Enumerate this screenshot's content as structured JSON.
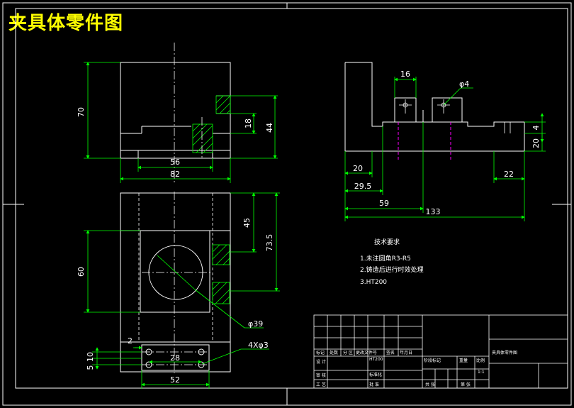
{
  "title": "夹具体零件图",
  "colors": {
    "background": "#000000",
    "outline": "#ffffff",
    "dimension": "#00ff00",
    "centerline": "#ffffff",
    "hidden": "#ff00ff",
    "hatch": "#00ff00",
    "title": "#ffff00"
  },
  "dims": {
    "front_h70": "70",
    "front_h18": "18",
    "front_h44": "44",
    "front_w56": "56",
    "front_w82": "82",
    "side_w16": "16",
    "side_phi4": "φ4",
    "side_h4": "4",
    "side_h20": "20",
    "side_w20": "20",
    "side_w29_5": "29.5",
    "side_w22": "22",
    "side_w59": "59",
    "side_w133": "133",
    "top_h45": "45",
    "top_h73_5": "73.5",
    "top_h60": "60",
    "top_phi39": "φ39",
    "top_w2": "2",
    "top_hole": "4Xφ3",
    "top_h5": "5",
    "top_h10": "10",
    "top_w28": "28",
    "top_w52": "52"
  },
  "notes": {
    "heading": "技术要求",
    "n1": "1.未注圆角R3-R5",
    "n2": "2.铸造后进行时效处理",
    "n3": "3.HT200"
  },
  "titleblock": {
    "part_name": "夹具体零件图",
    "scale": "1:1",
    "c1": "标记",
    "c2": "处数",
    "c3": "分 区",
    "c4": "更改文件号",
    "c5": "签名",
    "c6": "年月日",
    "c7": "HT200",
    "c8": "设 计",
    "c9": "标准化",
    "c10": "阶段标记",
    "c11": "重量",
    "c12": "比例",
    "c13": "审 核",
    "c14": "工 艺",
    "c15": "批 准",
    "c16": "共 张",
    "c17": "第 张"
  }
}
